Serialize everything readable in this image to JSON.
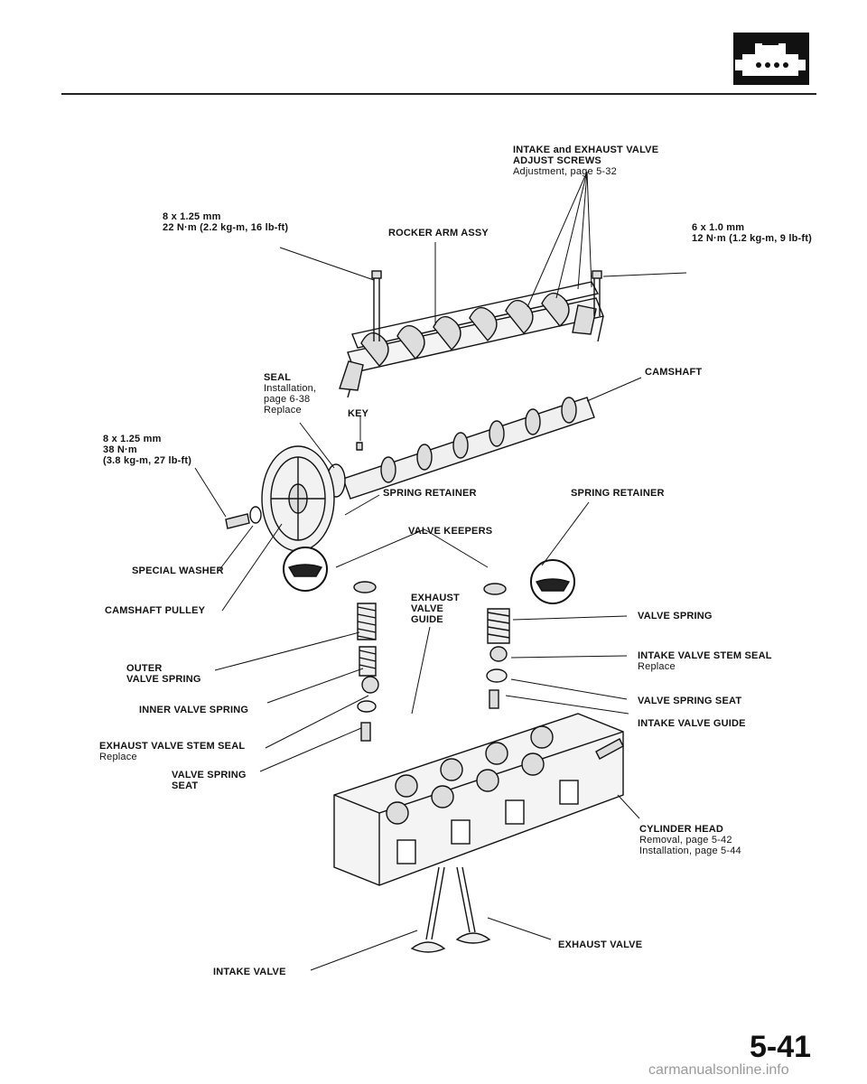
{
  "page_number": "5-41",
  "watermark": "carmanualsonline.info",
  "labels": {
    "intake_exhaust_adjust": {
      "lines": [
        "INTAKE and EXHAUST VALVE",
        "ADJUST SCREWS"
      ],
      "sub": "Adjustment, page 5-32"
    },
    "bolt_8x125_22": {
      "lines": [
        "8 x 1.25 mm",
        "22 N·m (2.2 kg-m, 16 lb-ft)"
      ]
    },
    "rocker_arm_assy": {
      "lines": [
        "ROCKER ARM ASSY"
      ]
    },
    "bolt_6x10": {
      "lines": [
        "6 x 1.0 mm",
        "12 N·m (1.2 kg-m, 9 lb-ft)"
      ]
    },
    "seal": {
      "lines": [
        "SEAL"
      ],
      "sub": [
        "Installation,",
        "page 6-38",
        "Replace"
      ]
    },
    "camshaft": {
      "lines": [
        "CAMSHAFT"
      ]
    },
    "key": {
      "lines": [
        "KEY"
      ]
    },
    "bolt_8x125_38": {
      "lines": [
        "8 x 1.25 mm",
        "38 N·m",
        "(3.8 kg-m, 27 lb-ft)"
      ]
    },
    "spring_retainer_left": {
      "lines": [
        "SPRING RETAINER"
      ]
    },
    "spring_retainer_right": {
      "lines": [
        "SPRING RETAINER"
      ]
    },
    "valve_keepers": {
      "lines": [
        "VALVE KEEPERS"
      ]
    },
    "special_washer": {
      "lines": [
        "SPECIAL WASHER"
      ]
    },
    "camshaft_pulley": {
      "lines": [
        "CAMSHAFT PULLEY"
      ]
    },
    "exhaust_valve_guide": {
      "lines": [
        "EXHAUST",
        "VALVE",
        "GUIDE"
      ]
    },
    "valve_spring": {
      "lines": [
        "VALVE SPRING"
      ]
    },
    "outer_valve_spring": {
      "lines": [
        "OUTER",
        "VALVE SPRING"
      ]
    },
    "intake_valve_stem_seal": {
      "lines": [
        "INTAKE VALVE STEM SEAL"
      ],
      "sub": [
        "Replace"
      ]
    },
    "inner_valve_spring": {
      "lines": [
        "INNER VALVE SPRING"
      ]
    },
    "valve_spring_seat_right": {
      "lines": [
        "VALVE SPRING SEAT"
      ]
    },
    "intake_valve_guide": {
      "lines": [
        "INTAKE VALVE GUIDE"
      ]
    },
    "exhaust_valve_stem_seal": {
      "lines": [
        "EXHAUST VALVE STEM SEAL"
      ],
      "sub": [
        "Replace"
      ]
    },
    "valve_spring_seat_left": {
      "lines": [
        "VALVE SPRING",
        "SEAT"
      ]
    },
    "cylinder_head": {
      "lines": [
        "CYLINDER HEAD"
      ],
      "sub": [
        "Removal, page 5-42",
        "Installation, page 5-44"
      ]
    },
    "exhaust_valve": {
      "lines": [
        "EXHAUST VALVE"
      ]
    },
    "intake_valve": {
      "lines": [
        "INTAKE VALVE"
      ]
    }
  }
}
